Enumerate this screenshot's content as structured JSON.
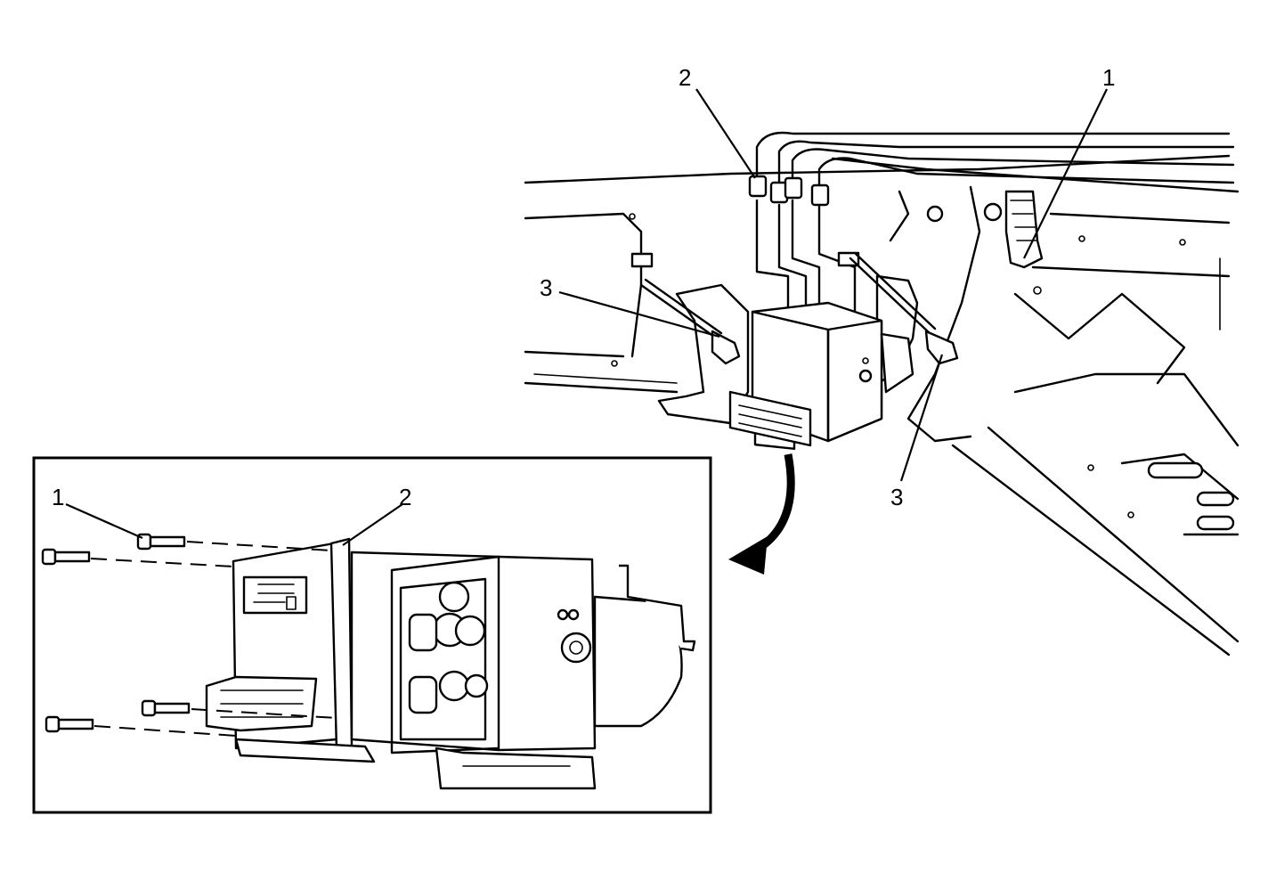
{
  "callouts": {
    "main_1": "1",
    "main_2": "2",
    "main_3_left": "3",
    "main_3_right": "3",
    "inset_1": "1",
    "inset_2": "2"
  },
  "icons": {
    "arrow": "curved-arrow-icon"
  }
}
